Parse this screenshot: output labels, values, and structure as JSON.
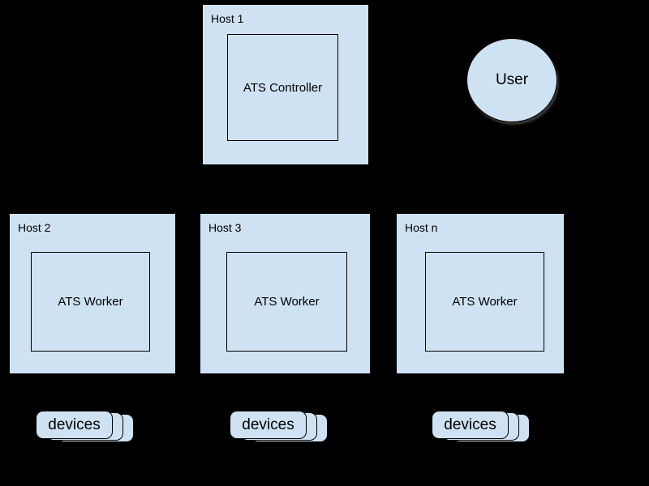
{
  "diagram": {
    "background_color": "#000000",
    "shape_fill_color": "#cfe2f3",
    "shape_border_color": "#000000",
    "hosts": [
      {
        "label": "Host 1",
        "component": "ATS Controller"
      },
      {
        "label": "Host 2",
        "component": "ATS Worker"
      },
      {
        "label": "Host 3",
        "component": "ATS Worker"
      },
      {
        "label": "Host n",
        "component": "ATS Worker"
      }
    ],
    "user": {
      "label": "User"
    },
    "device_stacks": [
      {
        "label": "devices"
      },
      {
        "label": "devices"
      },
      {
        "label": "devices"
      }
    ]
  }
}
